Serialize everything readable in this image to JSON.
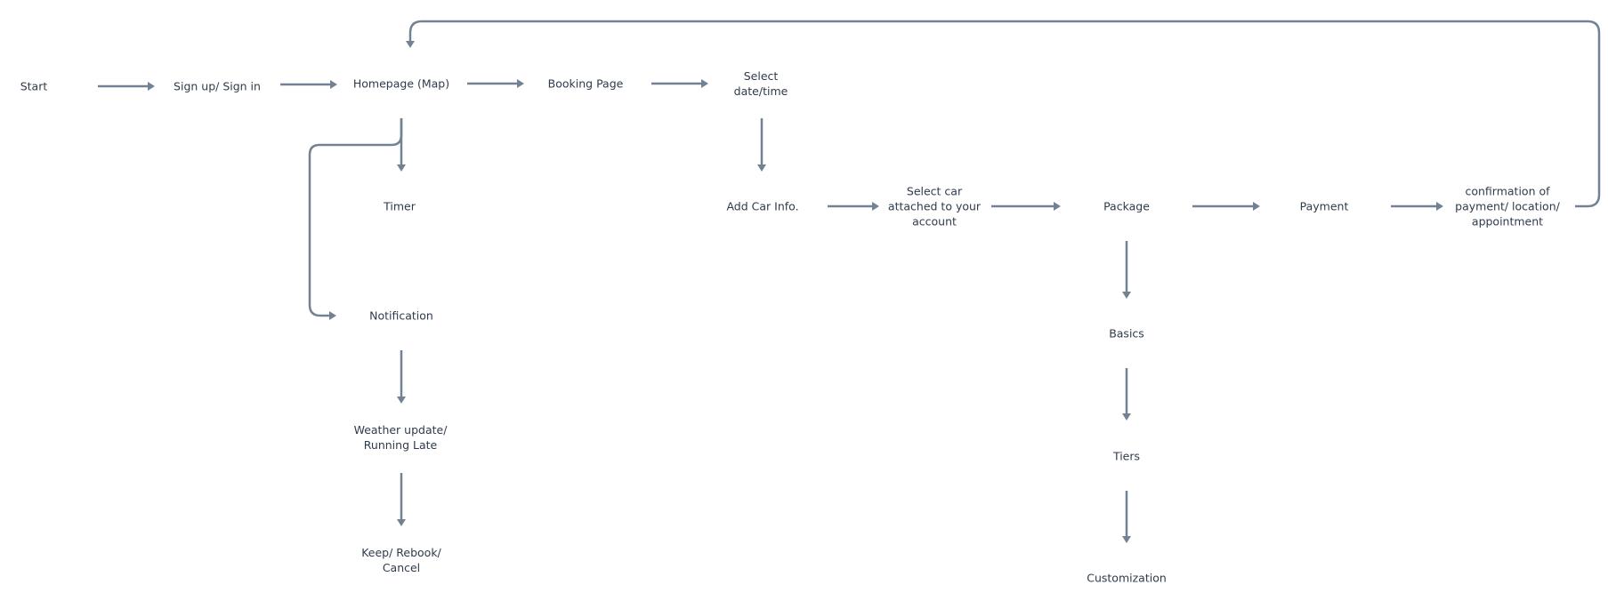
{
  "flow": {
    "start": "Start",
    "signup": "Sign up/ Sign in",
    "homepage": "Homepage (Map)",
    "booking": "Booking Page",
    "select_date": "Select\ndate/time",
    "timer": "Timer",
    "add_car": "Add Car Info.",
    "select_car": "Select car\nattached to your\naccount",
    "package": "Package",
    "payment": "Payment",
    "confirmation": "confirmation of\npayment/ location/\nappointment",
    "notification": "Notification",
    "basics": "Basics",
    "weather": "Weather update/\nRunning Late",
    "tiers": "Tiers",
    "keep": "Keep/ Rebook/\nCancel",
    "customization": "Customization"
  },
  "colors": {
    "connector": "#738292",
    "text": "#2f3b4c",
    "background": "#ffffff"
  }
}
